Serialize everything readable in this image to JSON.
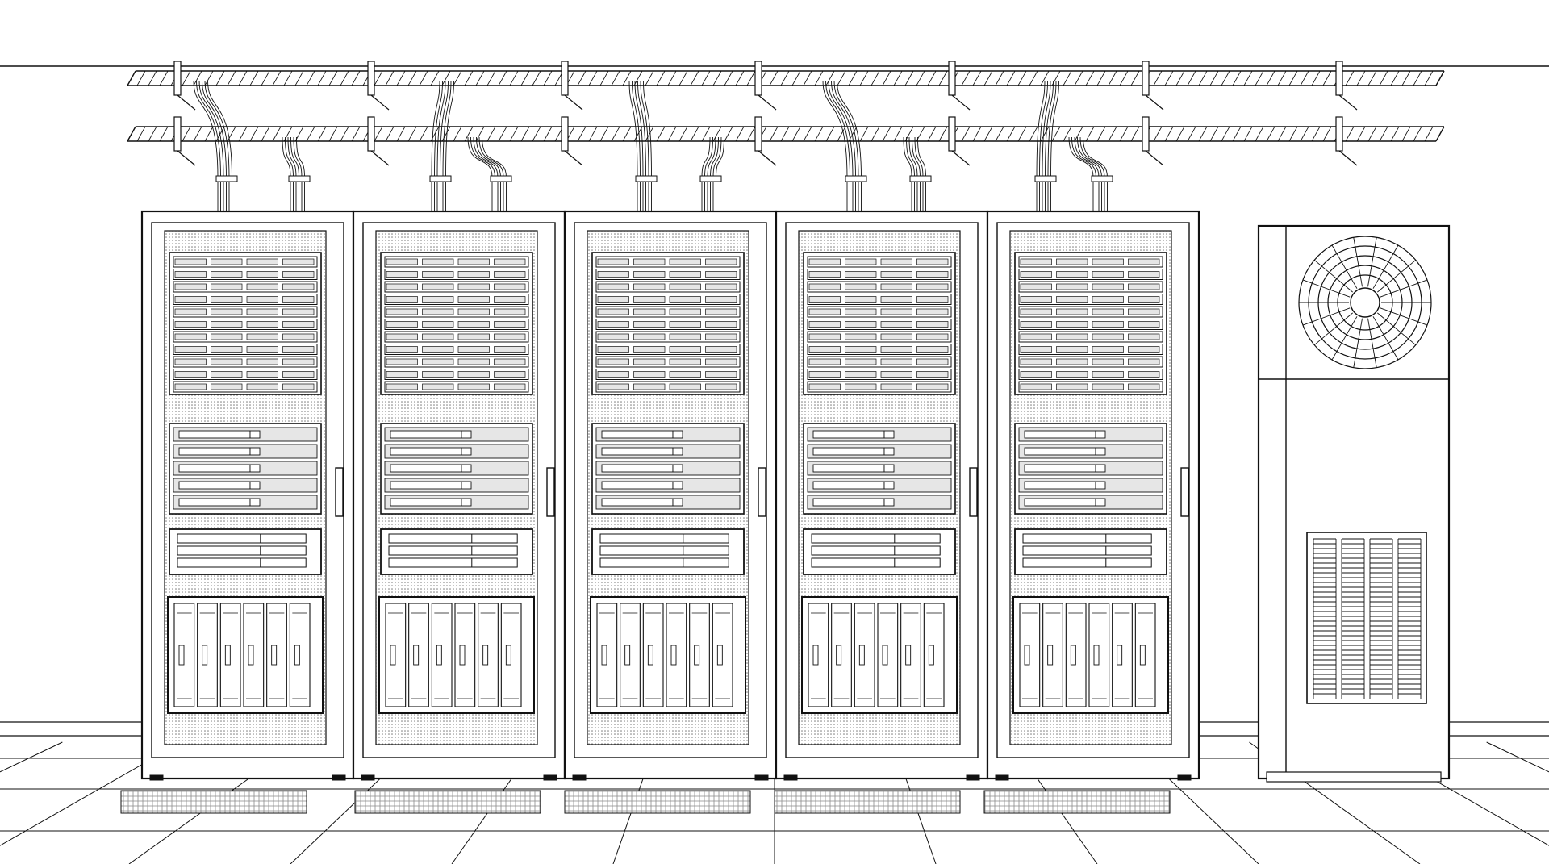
{
  "scene": {
    "subject": "server-room-line-drawing",
    "line_color": "#111111",
    "background_color": "#ffffff",
    "screen_color": "#e6e6e6",
    "rack_count": 5,
    "cooling_units": 1,
    "cable_tray_tiers": 2
  }
}
